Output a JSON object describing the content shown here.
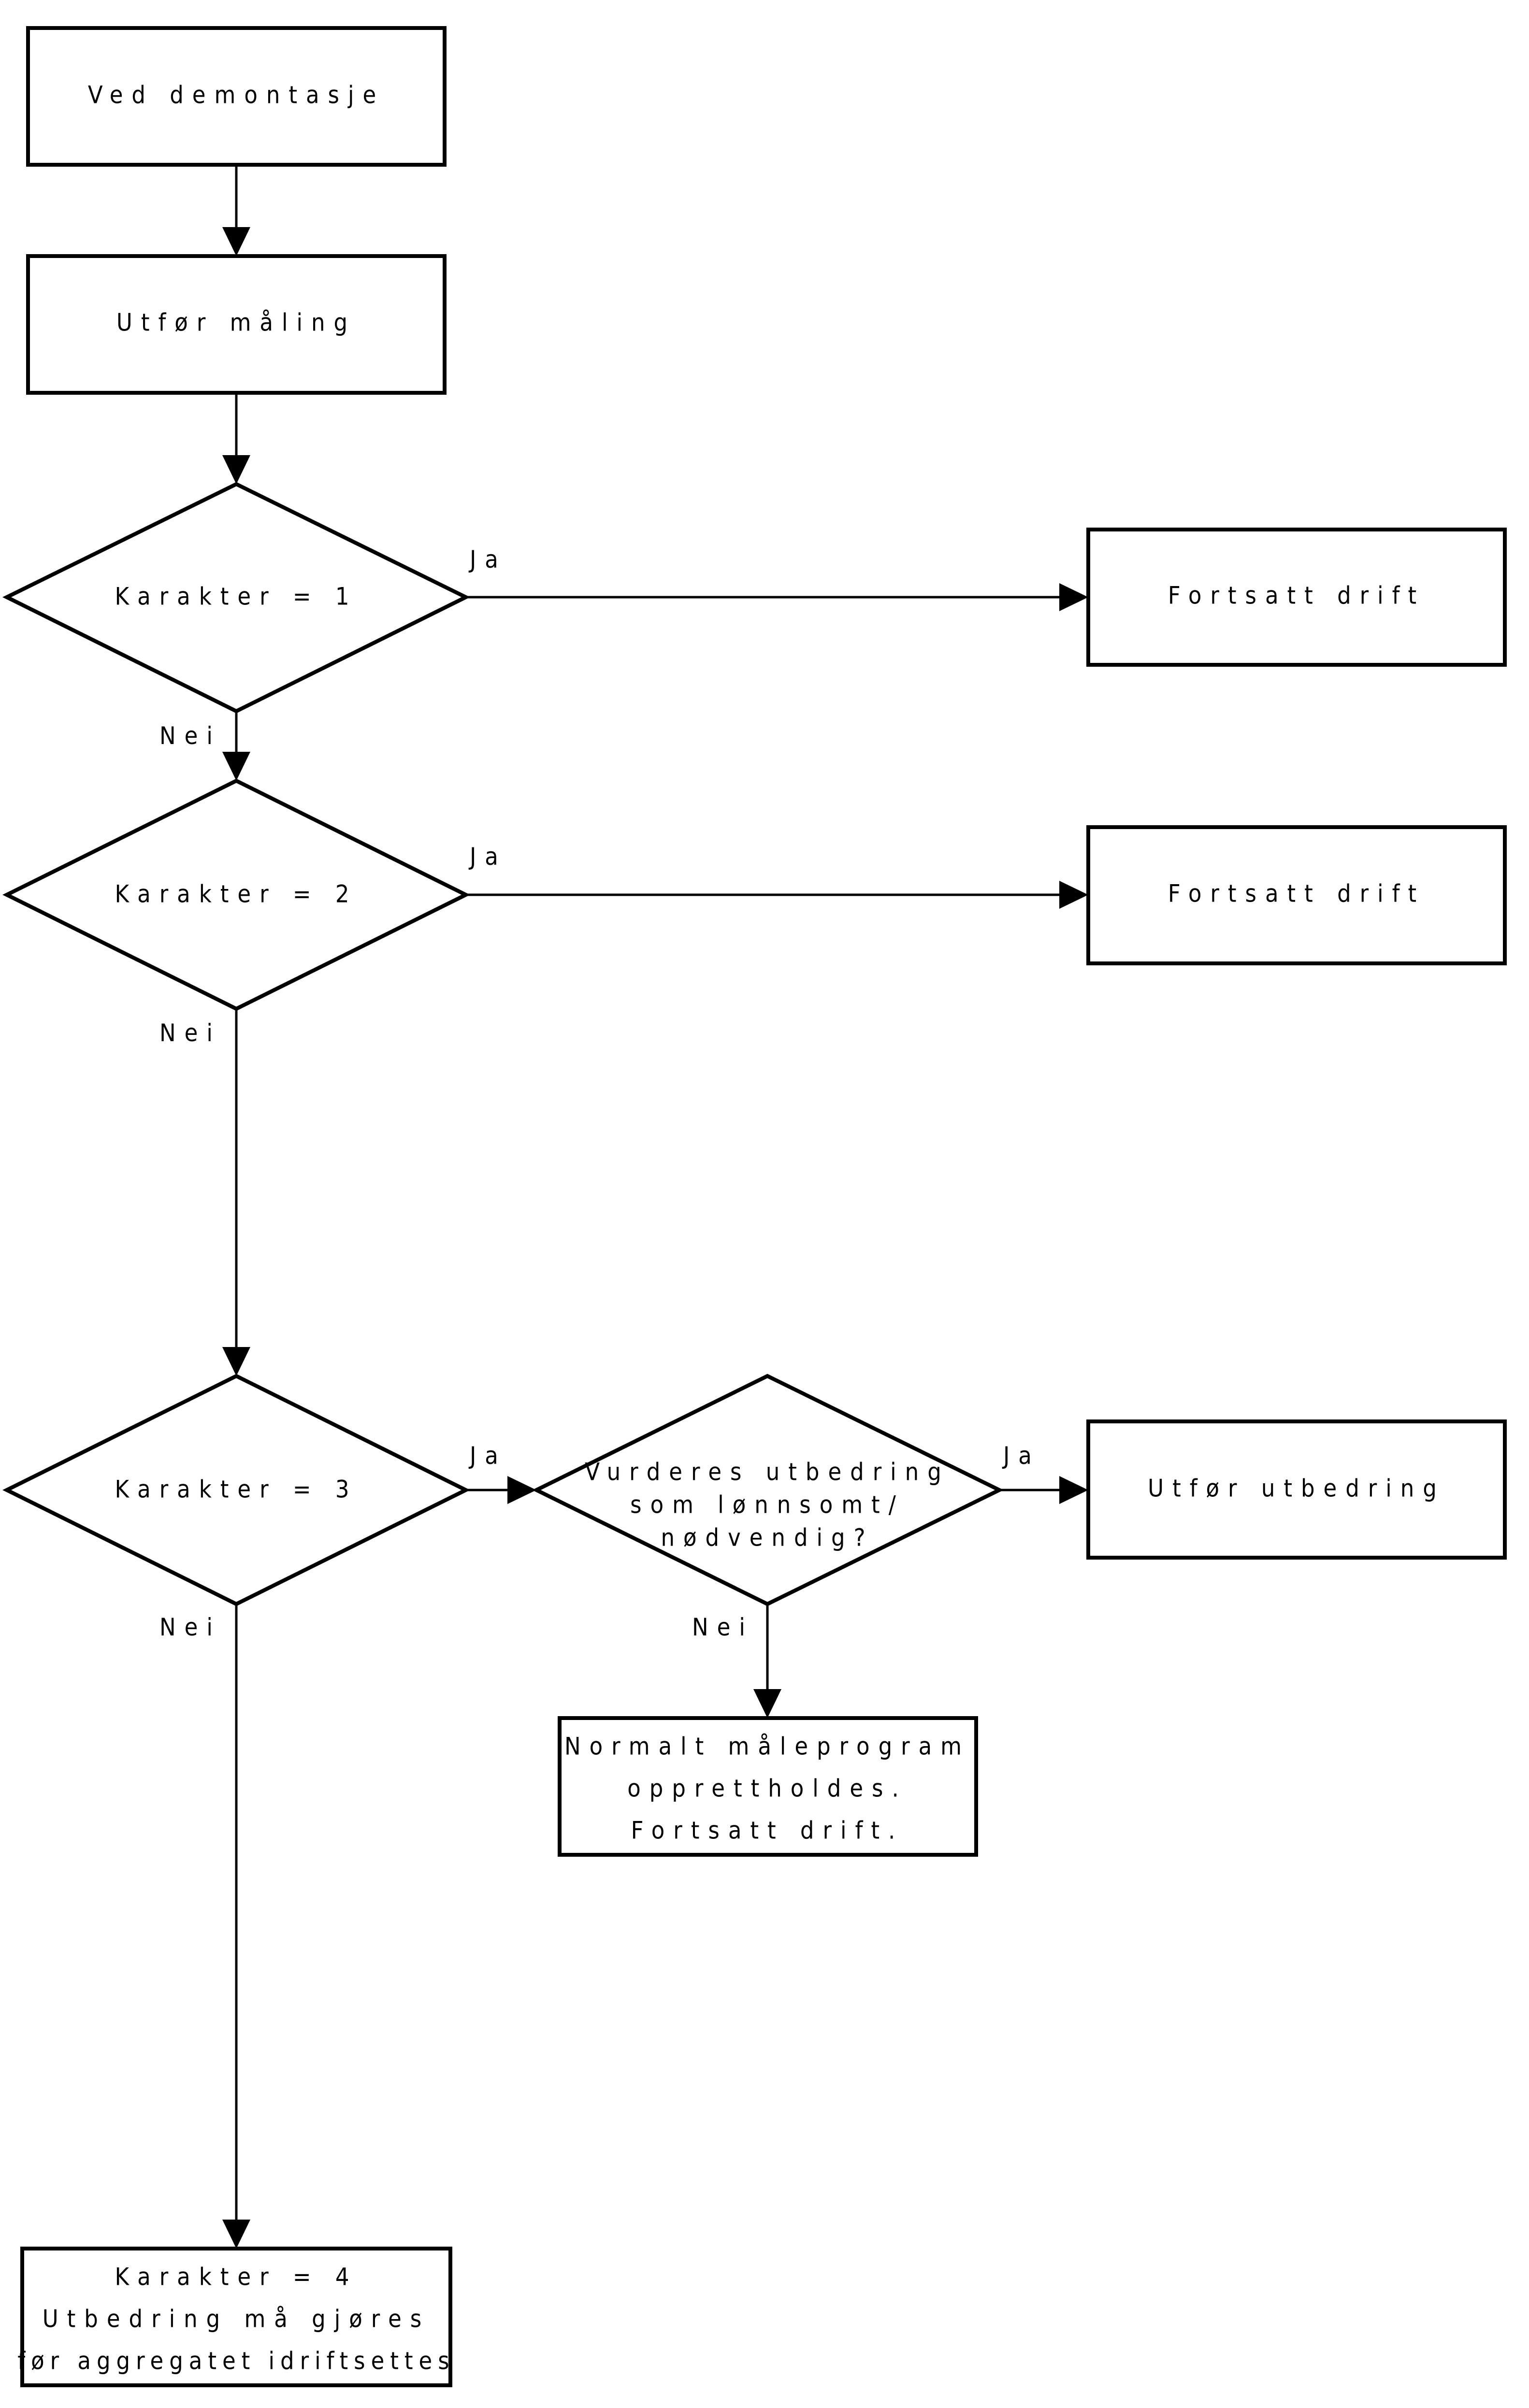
{
  "nodes": {
    "start": "Ved demontasje",
    "measure": "Utfør måling",
    "grade1": "Karakter = 1",
    "grade2": "Karakter = 2",
    "grade3": "Karakter = 3",
    "continue1": "Fortsatt drift",
    "continue2": "Fortsatt drift",
    "assess": [
      "Vurderes utbedring",
      "som lønnsomt/",
      "nødvendig?"
    ],
    "repair": "Utfør utbedring",
    "normal": [
      "Normalt måleprogram",
      "opprettholdes.",
      "Fortsatt drift."
    ],
    "grade4": [
      "Karakter = 4",
      "Utbedring må gjøres",
      "før aggregatet idriftsettes"
    ]
  },
  "edge_labels": {
    "yes": "Ja",
    "no": "Nei"
  }
}
